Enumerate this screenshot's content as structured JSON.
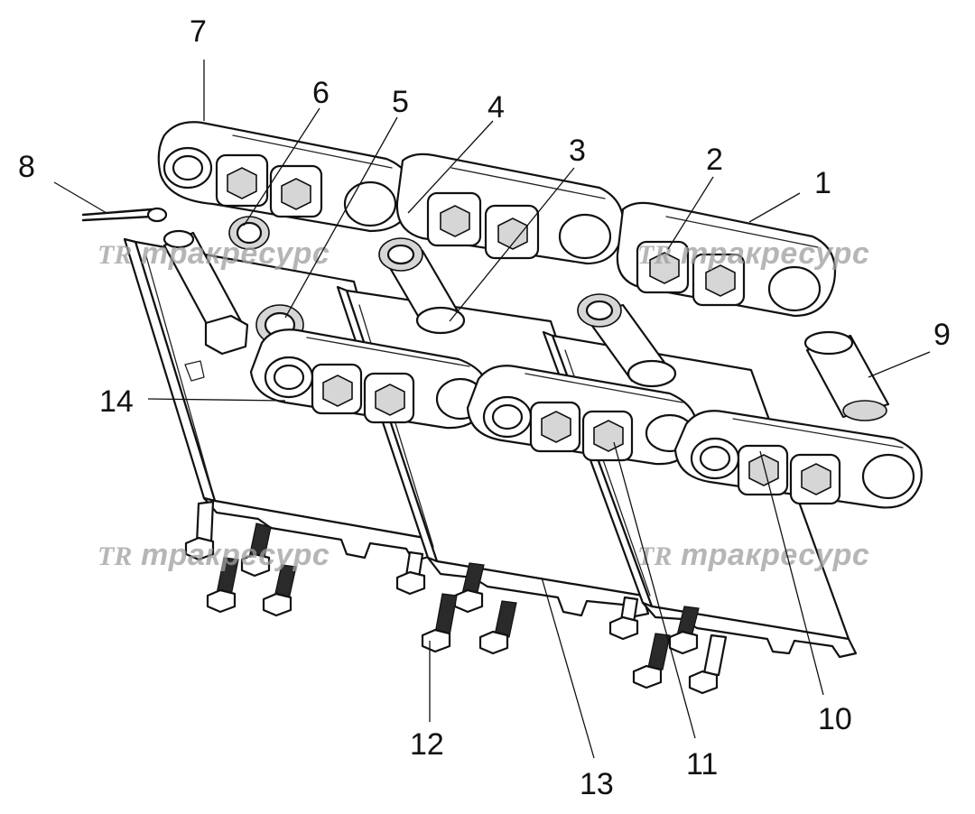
{
  "callouts": [
    {
      "id": "1",
      "label": "1"
    },
    {
      "id": "2",
      "label": "2"
    },
    {
      "id": "3",
      "label": "3"
    },
    {
      "id": "4",
      "label": "4"
    },
    {
      "id": "5",
      "label": "5"
    },
    {
      "id": "6",
      "label": "6"
    },
    {
      "id": "7",
      "label": "7"
    },
    {
      "id": "8",
      "label": "8"
    },
    {
      "id": "9",
      "label": "9"
    },
    {
      "id": "10",
      "label": "10"
    },
    {
      "id": "11",
      "label": "11"
    },
    {
      "id": "12",
      "label": "12"
    },
    {
      "id": "13",
      "label": "13"
    },
    {
      "id": "14",
      "label": "14"
    }
  ],
  "watermark": {
    "logo": "TR",
    "text": "тракресурс"
  }
}
